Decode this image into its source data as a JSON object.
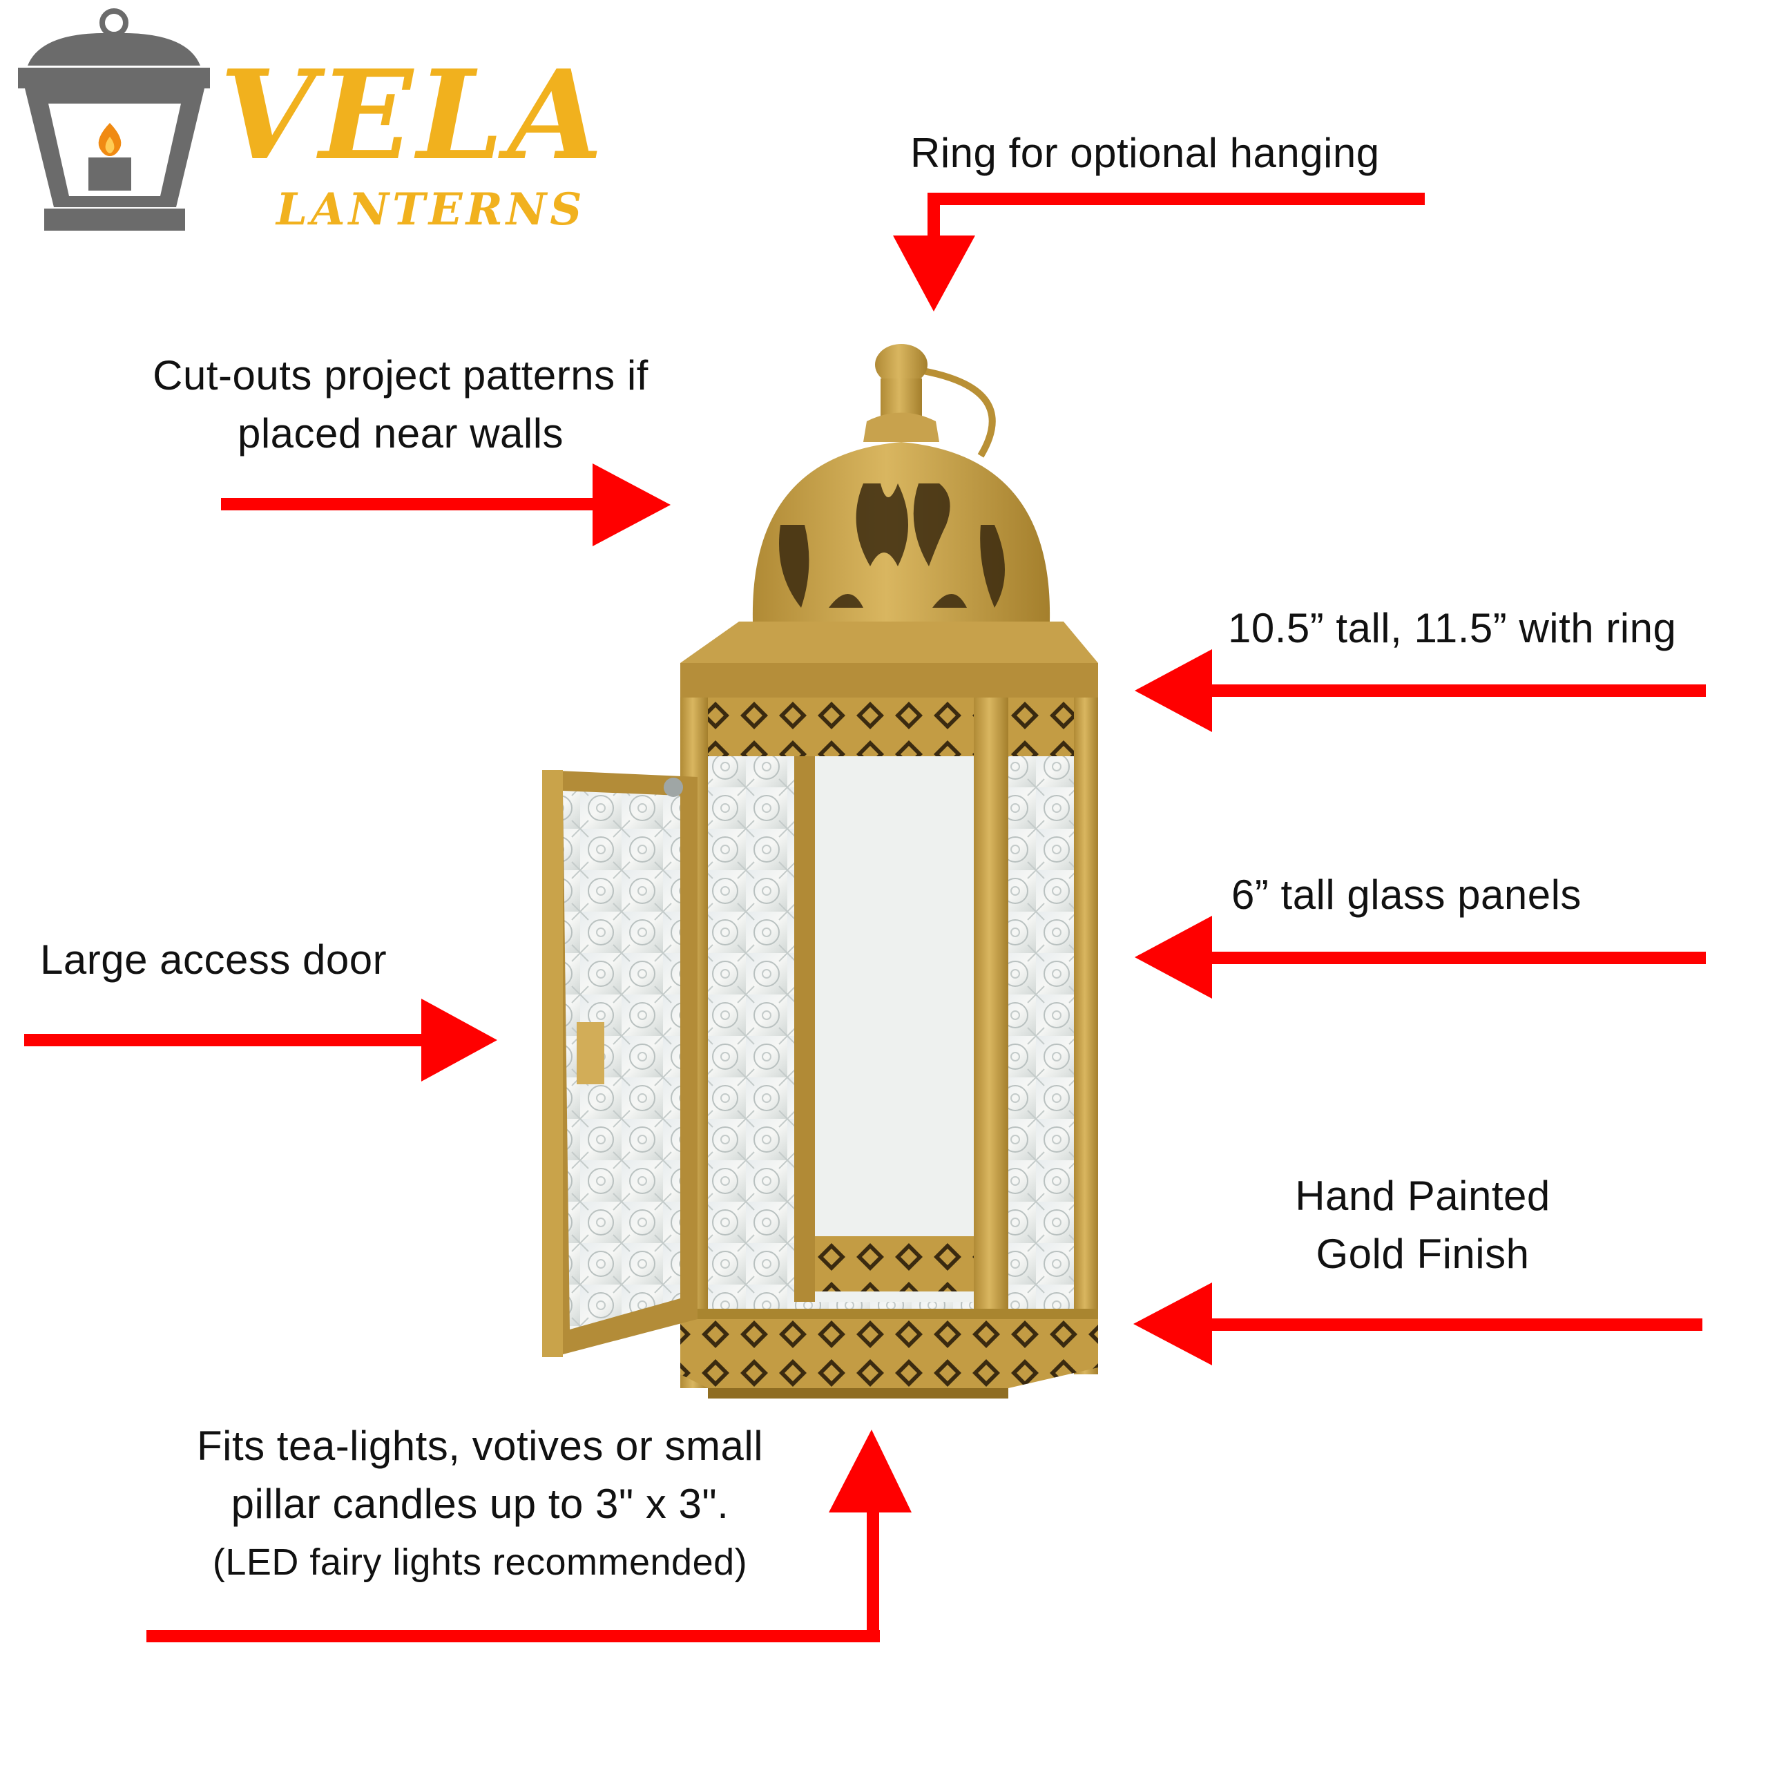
{
  "brand": {
    "name": "VELA",
    "subtitle": "LANTERNS",
    "logo_icon": "lantern-candle-icon"
  },
  "colors": {
    "brand_gold": "#f1b11e",
    "logo_gray": "#6b6b6b",
    "flame_orange": "#f08a12",
    "arrow_red": "#ff0000",
    "metal_gold": "#c9a34a",
    "metal_dark": "#8f6d22",
    "text": "#111111"
  },
  "callouts": {
    "ring": "Ring for optional hanging",
    "cutouts_line1": "Cut-outs project patterns if",
    "cutouts_line2": "placed near walls",
    "height": "10.5” tall, 11.5” with ring",
    "glass": "6” tall glass panels",
    "door": "Large access door",
    "finish_line1": "Hand Painted",
    "finish_line2": "Gold Finish",
    "fits_line1": "Fits tea-lights, votives or small",
    "fits_line2": "pillar candles up to 3\" x 3\".",
    "fits_line3": "(LED fairy lights recommended)"
  },
  "product_image": "gold-moroccan-lantern-with-open-door"
}
